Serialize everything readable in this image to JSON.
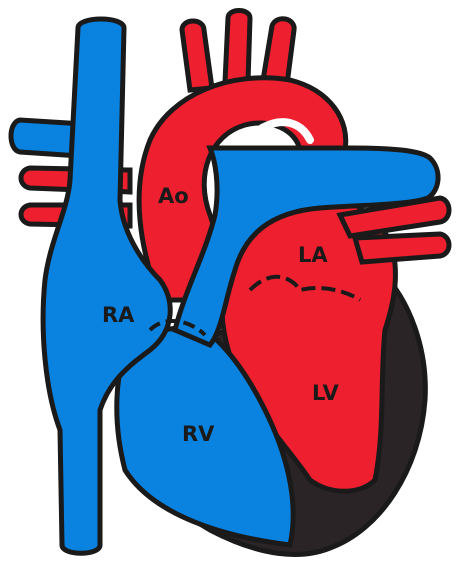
{
  "diagram": {
    "labels": {
      "ao": "Ao",
      "la": "LA",
      "ra": "RA",
      "lv": "LV",
      "rv": "RV"
    }
  },
  "colors": {
    "deoxygenated": "#0a82e0",
    "oxygenated": "#ee1f2e",
    "outline": "#1a1a1a",
    "myocardium": "#2b2426",
    "background": "#ffffff"
  }
}
